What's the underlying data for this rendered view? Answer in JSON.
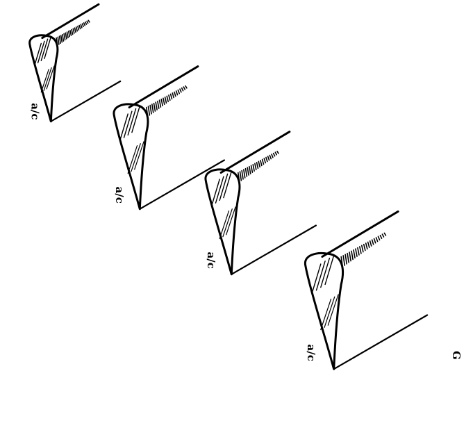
{
  "figure": {
    "panels": [
      {
        "id": 1,
        "label": "a/c"
      },
      {
        "id": 2,
        "label": "a/c"
      },
      {
        "id": 3,
        "label": "a/c"
      },
      {
        "id": 4,
        "label": "a/c"
      }
    ],
    "figure_label": "G"
  },
  "colors": {
    "ink": "#000000",
    "paper": "#ffffff"
  }
}
